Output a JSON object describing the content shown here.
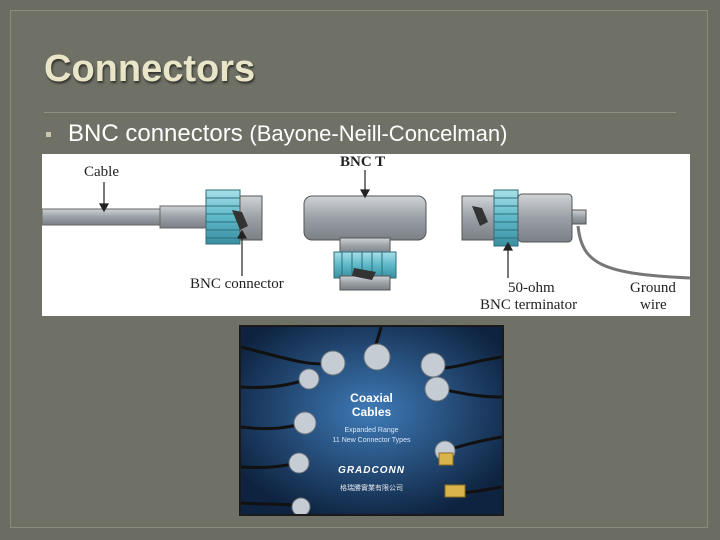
{
  "slide": {
    "title": "Connectors",
    "bullet_main": "BNC connectors",
    "bullet_paren": "(Bayone-Neill-Concelman)"
  },
  "diagram": {
    "label_bnc_t": "BNC T",
    "label_cable": "Cable",
    "label_bnc_connector": "BNC connector",
    "label_terminator_line1": "50-ohm",
    "label_terminator_line2": "BNC terminator",
    "label_ground_line1": "Ground",
    "label_ground_line2": "wire"
  },
  "poster": {
    "heading_line1": "Coaxial",
    "heading_line2": "Cables",
    "sub_line1": "Expanded Range",
    "sub_line2": "11 New Connector Types",
    "brand": "GRADCONN",
    "company_cn": "格瑞勝實業有限公司"
  },
  "colors": {
    "background": "#6b6d63",
    "title": "#e9e5c9",
    "connector_teal": "#5db8c8",
    "poster_bg": "#1b3a5e"
  }
}
